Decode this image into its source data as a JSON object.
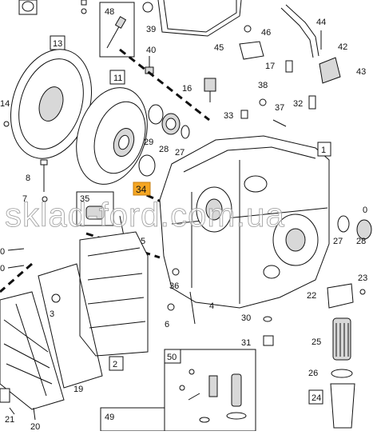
{
  "diagram": {
    "watermark": "sklad-ford.com.ua",
    "highlighted_label": "34",
    "callouts": {
      "c1": "1",
      "c2": "2",
      "c3": "3",
      "c4": "4",
      "c5": "5",
      "c6": "6",
      "c7": "7",
      "c8": "8",
      "c11": "11",
      "c13": "13",
      "c14": "14",
      "c16": "16",
      "c17": "17",
      "c19": "19",
      "c20": "20",
      "c21": "21",
      "c22": "22",
      "c23": "23",
      "c24": "24",
      "c25": "25",
      "c26": "26",
      "c27a": "27",
      "c27b": "27",
      "c28a": "28",
      "c28b": "28",
      "c29": "29",
      "c30": "30",
      "c31": "31",
      "c32": "32",
      "c33": "33",
      "c35": "35",
      "c36": "36",
      "c37": "37",
      "c38": "38",
      "c39": "39",
      "c40": "40",
      "c42": "42",
      "c43": "43",
      "c44": "44",
      "c45": "45",
      "c46": "46",
      "c48": "48",
      "c49": "49",
      "c50": "50",
      "c0": "0"
    }
  }
}
